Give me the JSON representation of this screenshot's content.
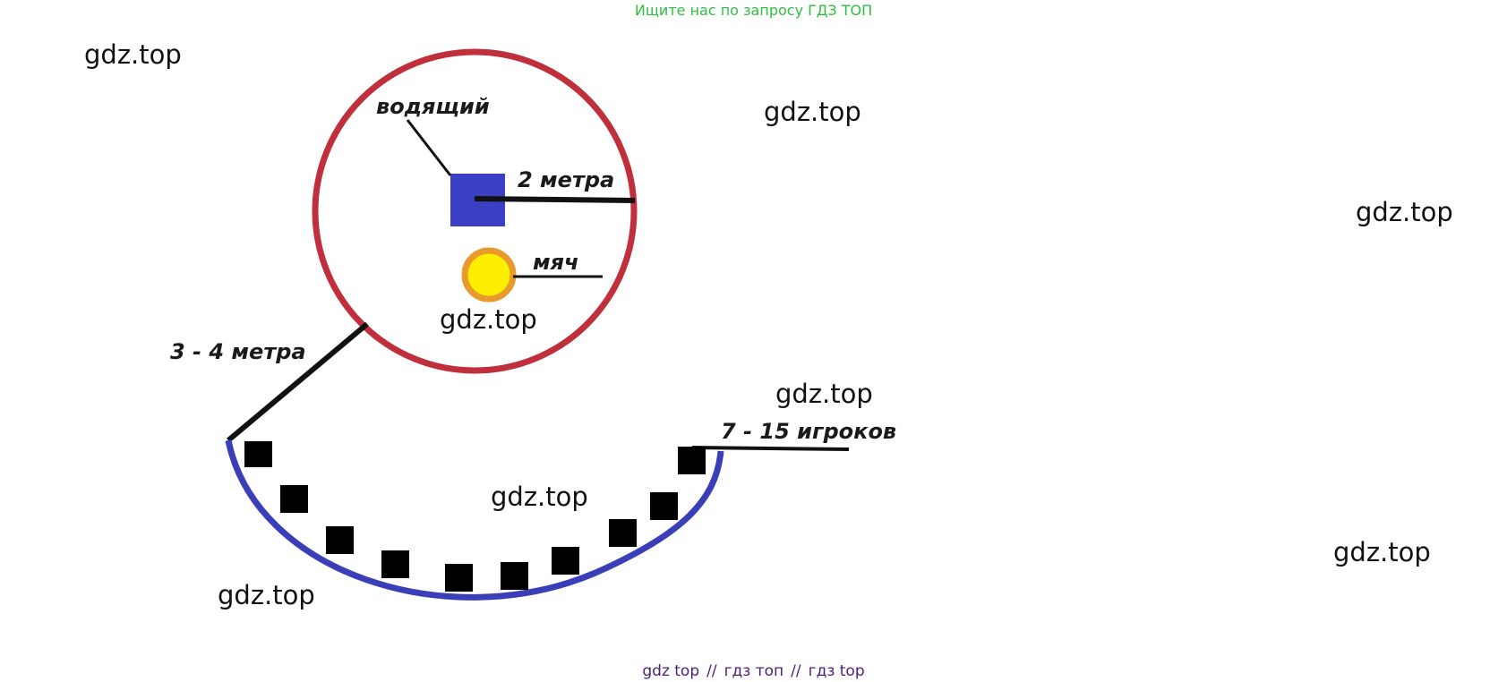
{
  "header": {
    "banner_text": "Ищите нас по запросу ГДЗ ТОП"
  },
  "watermarks": [
    "gdz.top",
    "gdz.top",
    "gdz.top",
    "gdz.top",
    "gdz.top",
    "gdz.top",
    "gdz.top",
    "gdz.top"
  ],
  "diagram": {
    "labels": {
      "leader": "водящий",
      "ball": "мяч",
      "inner_distance": "2 метра",
      "outer_distance": "3 - 4 метра",
      "players": "7 - 15 игроков"
    },
    "colors": {
      "circle": "#c0303c",
      "leader_square": "#3a3fc4",
      "arc": "#3a3fb8",
      "ball_fill": "#ffee00",
      "ball_stroke": "#e89a2c",
      "player_square": "#000000"
    }
  },
  "footer": {
    "links": [
      "gdz top",
      "гдз топ",
      "гдз top"
    ],
    "separator": "//"
  }
}
